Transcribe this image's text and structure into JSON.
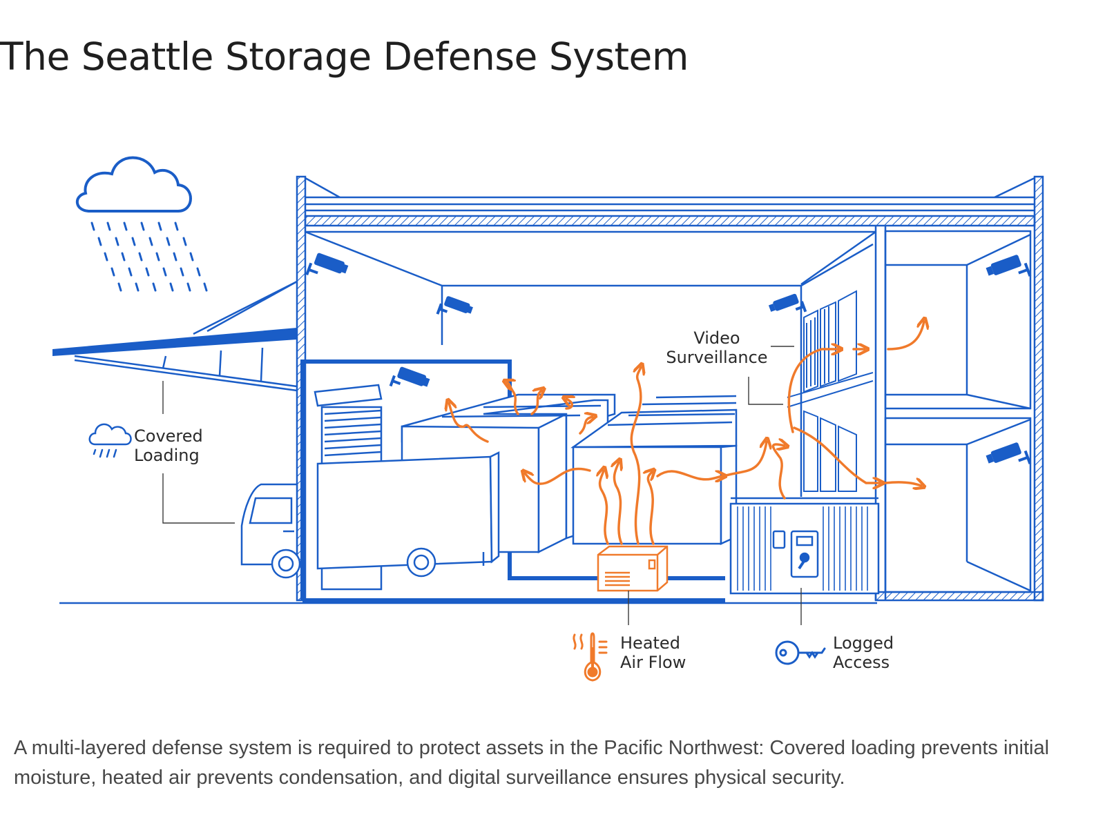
{
  "title": "The Seattle Storage Defense System",
  "diagram": {
    "labels": {
      "covered_loading": [
        "Covered",
        "Loading"
      ],
      "video_surveillance": [
        "Video",
        "Surveillance"
      ],
      "heated_air_flow": [
        "Heated",
        "Air Flow"
      ],
      "logged_access": [
        "Logged",
        "Access"
      ]
    },
    "icons": [
      "rain-cloud-icon",
      "rain-cloud-small-icon",
      "security-camera-icon",
      "thermometer-icon",
      "key-icon",
      "keypad-icon",
      "heater-unit-icon",
      "truck-icon",
      "roll-up-door-icon"
    ],
    "colors": {
      "structure_blue": "#1a5dc7",
      "airflow_orange": "#f07a2b",
      "text": "#2a2a2a"
    }
  },
  "caption": "A multi-layered defense system is required to protect assets in the Pacific Northwest: Covered loading prevents initial moisture, heated air prevents condensation, and digital surveillance ensures physical security."
}
